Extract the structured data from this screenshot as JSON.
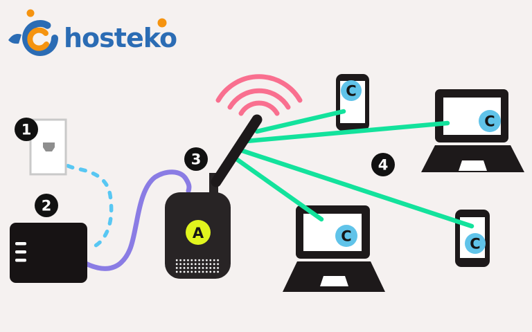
{
  "logo": {
    "text": "hosteko"
  },
  "badges": {
    "step1": "1",
    "step2": "2",
    "step3": "3",
    "step4": "4"
  },
  "labels": {
    "router": "A",
    "device": "C"
  },
  "colors": {
    "background": "#f5f1f0",
    "logo_blue": "#2b6cb4",
    "logo_orange": "#f5930f",
    "wifi_pink": "#f96f8f",
    "link_green": "#13e29c",
    "cable_purple": "#8a7ce4",
    "dash_blue": "#58c7f3",
    "device_black": "#1d191a",
    "router_black": "#282425",
    "modem_black": "#171314",
    "label_yellow": "#e1f51e",
    "label_blue": "#60c3e9",
    "badge_black": "#111111",
    "screen_white": "#ffffff",
    "text_black": "#151515",
    "jack_gray": "#8e8e8e",
    "jack_border": "#c9c9c9"
  }
}
